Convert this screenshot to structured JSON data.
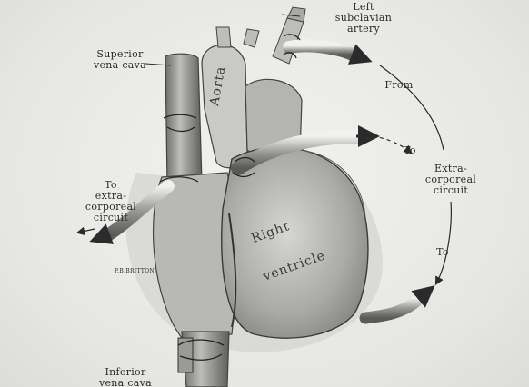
{
  "labels": {
    "left_subclavian": "Left\nsubclavian\nartery",
    "superior_vena_cava": "Superior\nvena cava",
    "aorta": "Aorta",
    "from": "From",
    "to_right_upper": "To",
    "extracorporeal_right": "Extra-\ncorporeal\ncircuit",
    "to_left": "To\nextra-\ncorporeal\ncircuit",
    "right_ventricle_1": "Right",
    "right_ventricle_2": "ventricle",
    "to_right_lower": "To",
    "inferior_vena_cava": "Inferior\nvena cava",
    "signature": "P.B.BRITTON"
  },
  "colors": {
    "ink": "#2b2b2b",
    "background": "#e9e9e7"
  }
}
